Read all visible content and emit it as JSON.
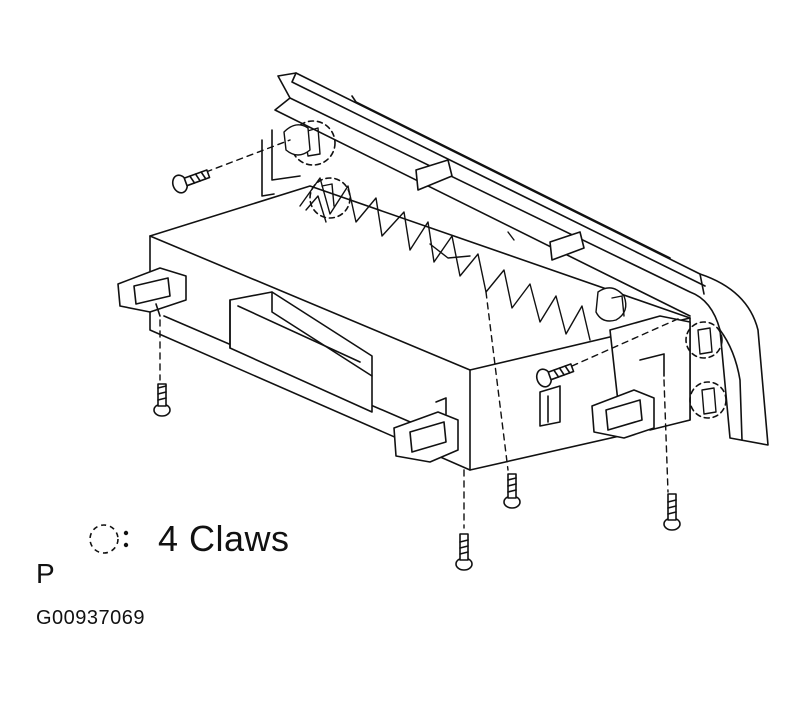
{
  "legend": {
    "symbol_name": "dashed-circle-icon",
    "symbol_text": ":",
    "text": "4 Claws"
  },
  "view_letter": "P",
  "figure_id": "G00937069",
  "callouts": {
    "claw_count": 4
  }
}
